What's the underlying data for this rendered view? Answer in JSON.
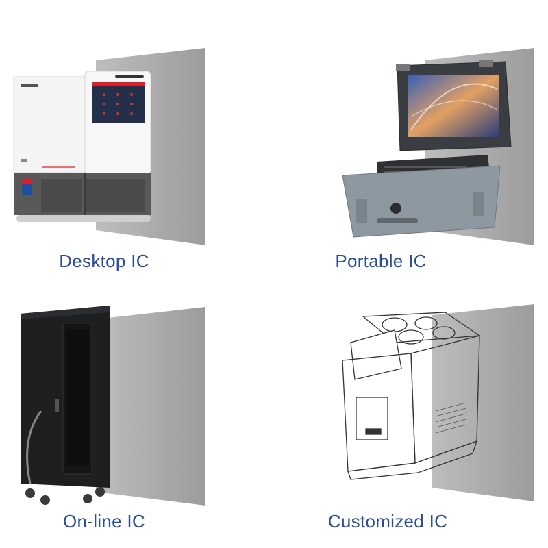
{
  "products": [
    {
      "id": "desktop",
      "label": "Desktop IC",
      "image_icon": "desktop-ic-instrument"
    },
    {
      "id": "portable",
      "label": "Portable IC",
      "image_icon": "portable-ic-case"
    },
    {
      "id": "online",
      "label": "On-line IC",
      "image_icon": "online-ic-cabinet"
    },
    {
      "id": "custom",
      "label": "Customized IC",
      "image_icon": "customized-ic-sketch"
    }
  ],
  "colors": {
    "label": "#2a4d9a",
    "backdrop": "#a9a9a9",
    "accent_red": "#d8202a",
    "accent_blue": "#1d4fa3"
  }
}
